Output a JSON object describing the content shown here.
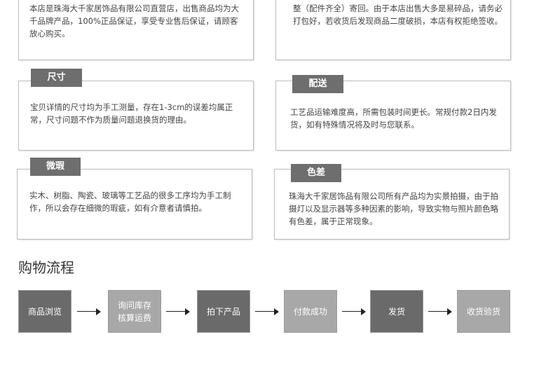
{
  "cards": {
    "store": {
      "text": "本店是珠海大千家居饰品有限公司直营店，出售商品均为大千品牌产品，100%正品保证，享受专业售后保证，请顾客放心购买。"
    },
    "returns": {
      "text": "系客服享受本店退换货服务，将问题拍照证实，并将商品完整（配件齐全）寄回。由于本店出售大多是易碎品，请务必打包好，若收货后发现商品二度破损，本店有权拒绝签收。"
    },
    "size": {
      "title": "尺寸",
      "text": "宝贝详情的尺寸均为手工测量，存在1-3cm的误差均属正常，尺寸问题不作为质量问题退换货的理由。"
    },
    "delivery": {
      "title": "配送",
      "text": "工艺品运输难度高，所需包装时间更长。常规付款2日内发货，如有特殊情况将及时与您联系。"
    },
    "flaw": {
      "title": "微瑕",
      "text": "实木、树脂、陶瓷、玻璃等工艺品的很多工序均为手工制作，所以会存在细微的瑕疵，如有介意者请慎拍。"
    },
    "color": {
      "title": "色差",
      "text": "珠海大千家居饰品有限公司所有产品均为实景拍摄，由于拍摄灯以及显示器等多种因素的影响，导致实物与照片颜色略有色差，属于正常现象。"
    }
  },
  "process": {
    "title": "购物流程",
    "steps": [
      {
        "label": "商品浏览"
      },
      {
        "label": "询问库存核算运费"
      },
      {
        "label": "拍下产品"
      },
      {
        "label": "付款成功"
      },
      {
        "label": "发货"
      },
      {
        "label": "收货验货"
      }
    ]
  },
  "colors": {
    "tag": "#6e6e6e",
    "step_dark": "#6a6a6a",
    "step_light": "#a8a8a8"
  }
}
